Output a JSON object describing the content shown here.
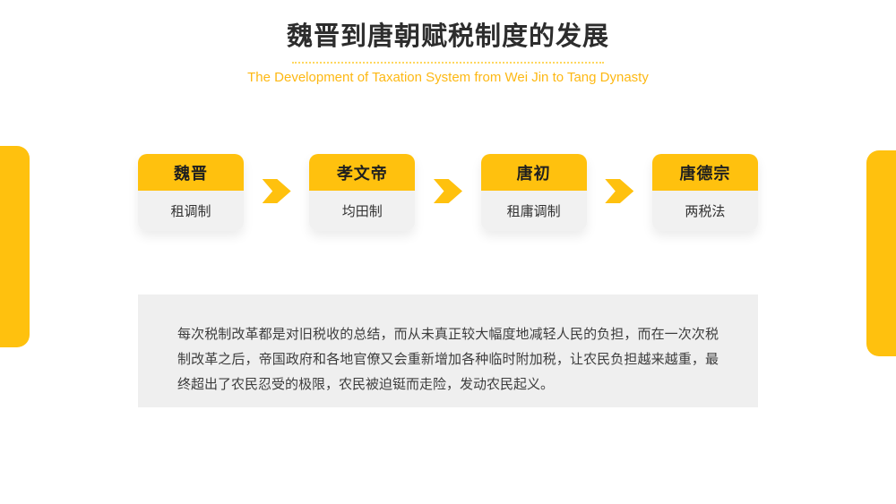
{
  "slide": {
    "title": "魏晋到唐朝赋税制度的发展",
    "subtitle": "The Development of Taxation System from Wei Jin to Tang Dynasty"
  },
  "timeline": {
    "steps": [
      {
        "period": "魏晋",
        "system": "租调制"
      },
      {
        "period": "孝文帝",
        "system": "均田制"
      },
      {
        "period": "唐初",
        "system": "租庸调制"
      },
      {
        "period": "唐德宗",
        "system": "两税法"
      }
    ]
  },
  "summary": {
    "text": "每次税制改革都是对旧税收的总结，而从未真正较大幅度地减轻人民的负担，而在一次次税制改革之后，帝国政府和各地官僚又会重新增加各种临时附加税，让农民负担越来越重，最终超出了农民忍受的极限，农民被迫铤而走险，发动农民起义。"
  },
  "colors": {
    "accent_yellow": "#FFC10E",
    "subtitle_yellow": "#FDB813",
    "divider_yellow": "#FFD75E",
    "panel_gray": "#EFEFEF",
    "card_body_gray": "#F1F1F1",
    "title_text": "#2D2D2D",
    "body_text": "#3D3D3D"
  }
}
